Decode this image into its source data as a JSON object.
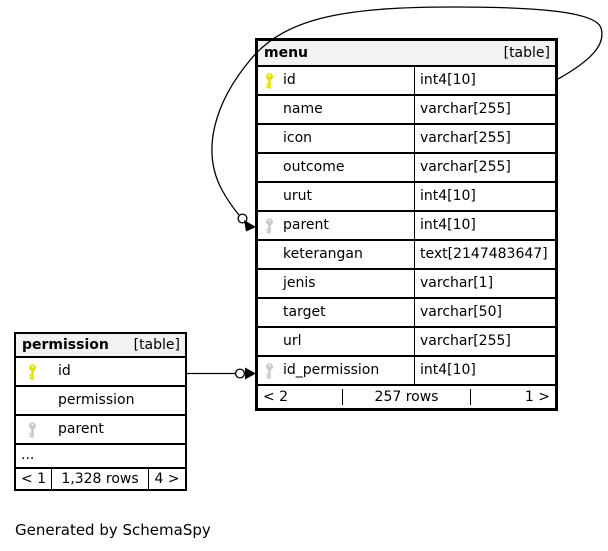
{
  "caption": "Generated by SchemaSpy",
  "colors": {
    "primary_key_icon": "#e1e100",
    "foreign_key_icon": "#c9c9c9",
    "table_header_bg": "#f2f2f2",
    "border": "#000000",
    "background": "#ffffff"
  },
  "relationships": [
    {
      "from": "menu.parent",
      "to": "menu.id"
    },
    {
      "from": "menu.id_permission",
      "to": "permission.id"
    }
  ],
  "tables": {
    "menu": {
      "name": "menu",
      "badge": "[table]",
      "columns": [
        {
          "name": "id",
          "type": "int4[10]",
          "key": "primary",
          "icon": "primary-key-icon"
        },
        {
          "name": "name",
          "type": "varchar[255]",
          "key": null
        },
        {
          "name": "icon",
          "type": "varchar[255]",
          "key": null
        },
        {
          "name": "outcome",
          "type": "varchar[255]",
          "key": null
        },
        {
          "name": "urut",
          "type": "int4[10]",
          "key": null
        },
        {
          "name": "parent",
          "type": "int4[10]",
          "key": "foreign",
          "icon": "foreign-key-icon"
        },
        {
          "name": "keterangan",
          "type": "text[2147483647]",
          "key": null
        },
        {
          "name": "jenis",
          "type": "varchar[1]",
          "key": null
        },
        {
          "name": "target",
          "type": "varchar[50]",
          "key": null
        },
        {
          "name": "url",
          "type": "varchar[255]",
          "key": null
        },
        {
          "name": "id_permission",
          "type": "int4[10]",
          "key": "foreign",
          "icon": "foreign-key-icon"
        }
      ],
      "pager": {
        "prev": "< 2",
        "rows": "257 rows",
        "next": "1 >"
      }
    },
    "permission": {
      "name": "permission",
      "badge": "[table]",
      "columns": [
        {
          "name": "id",
          "key": "primary",
          "icon": "primary-key-icon"
        },
        {
          "name": "permission",
          "key": null
        },
        {
          "name": "parent",
          "key": "foreign",
          "icon": "foreign-key-icon"
        }
      ],
      "ellipsis": "...",
      "pager": {
        "prev": "< 1",
        "rows": "1,328 rows",
        "next": "4 >"
      }
    }
  }
}
